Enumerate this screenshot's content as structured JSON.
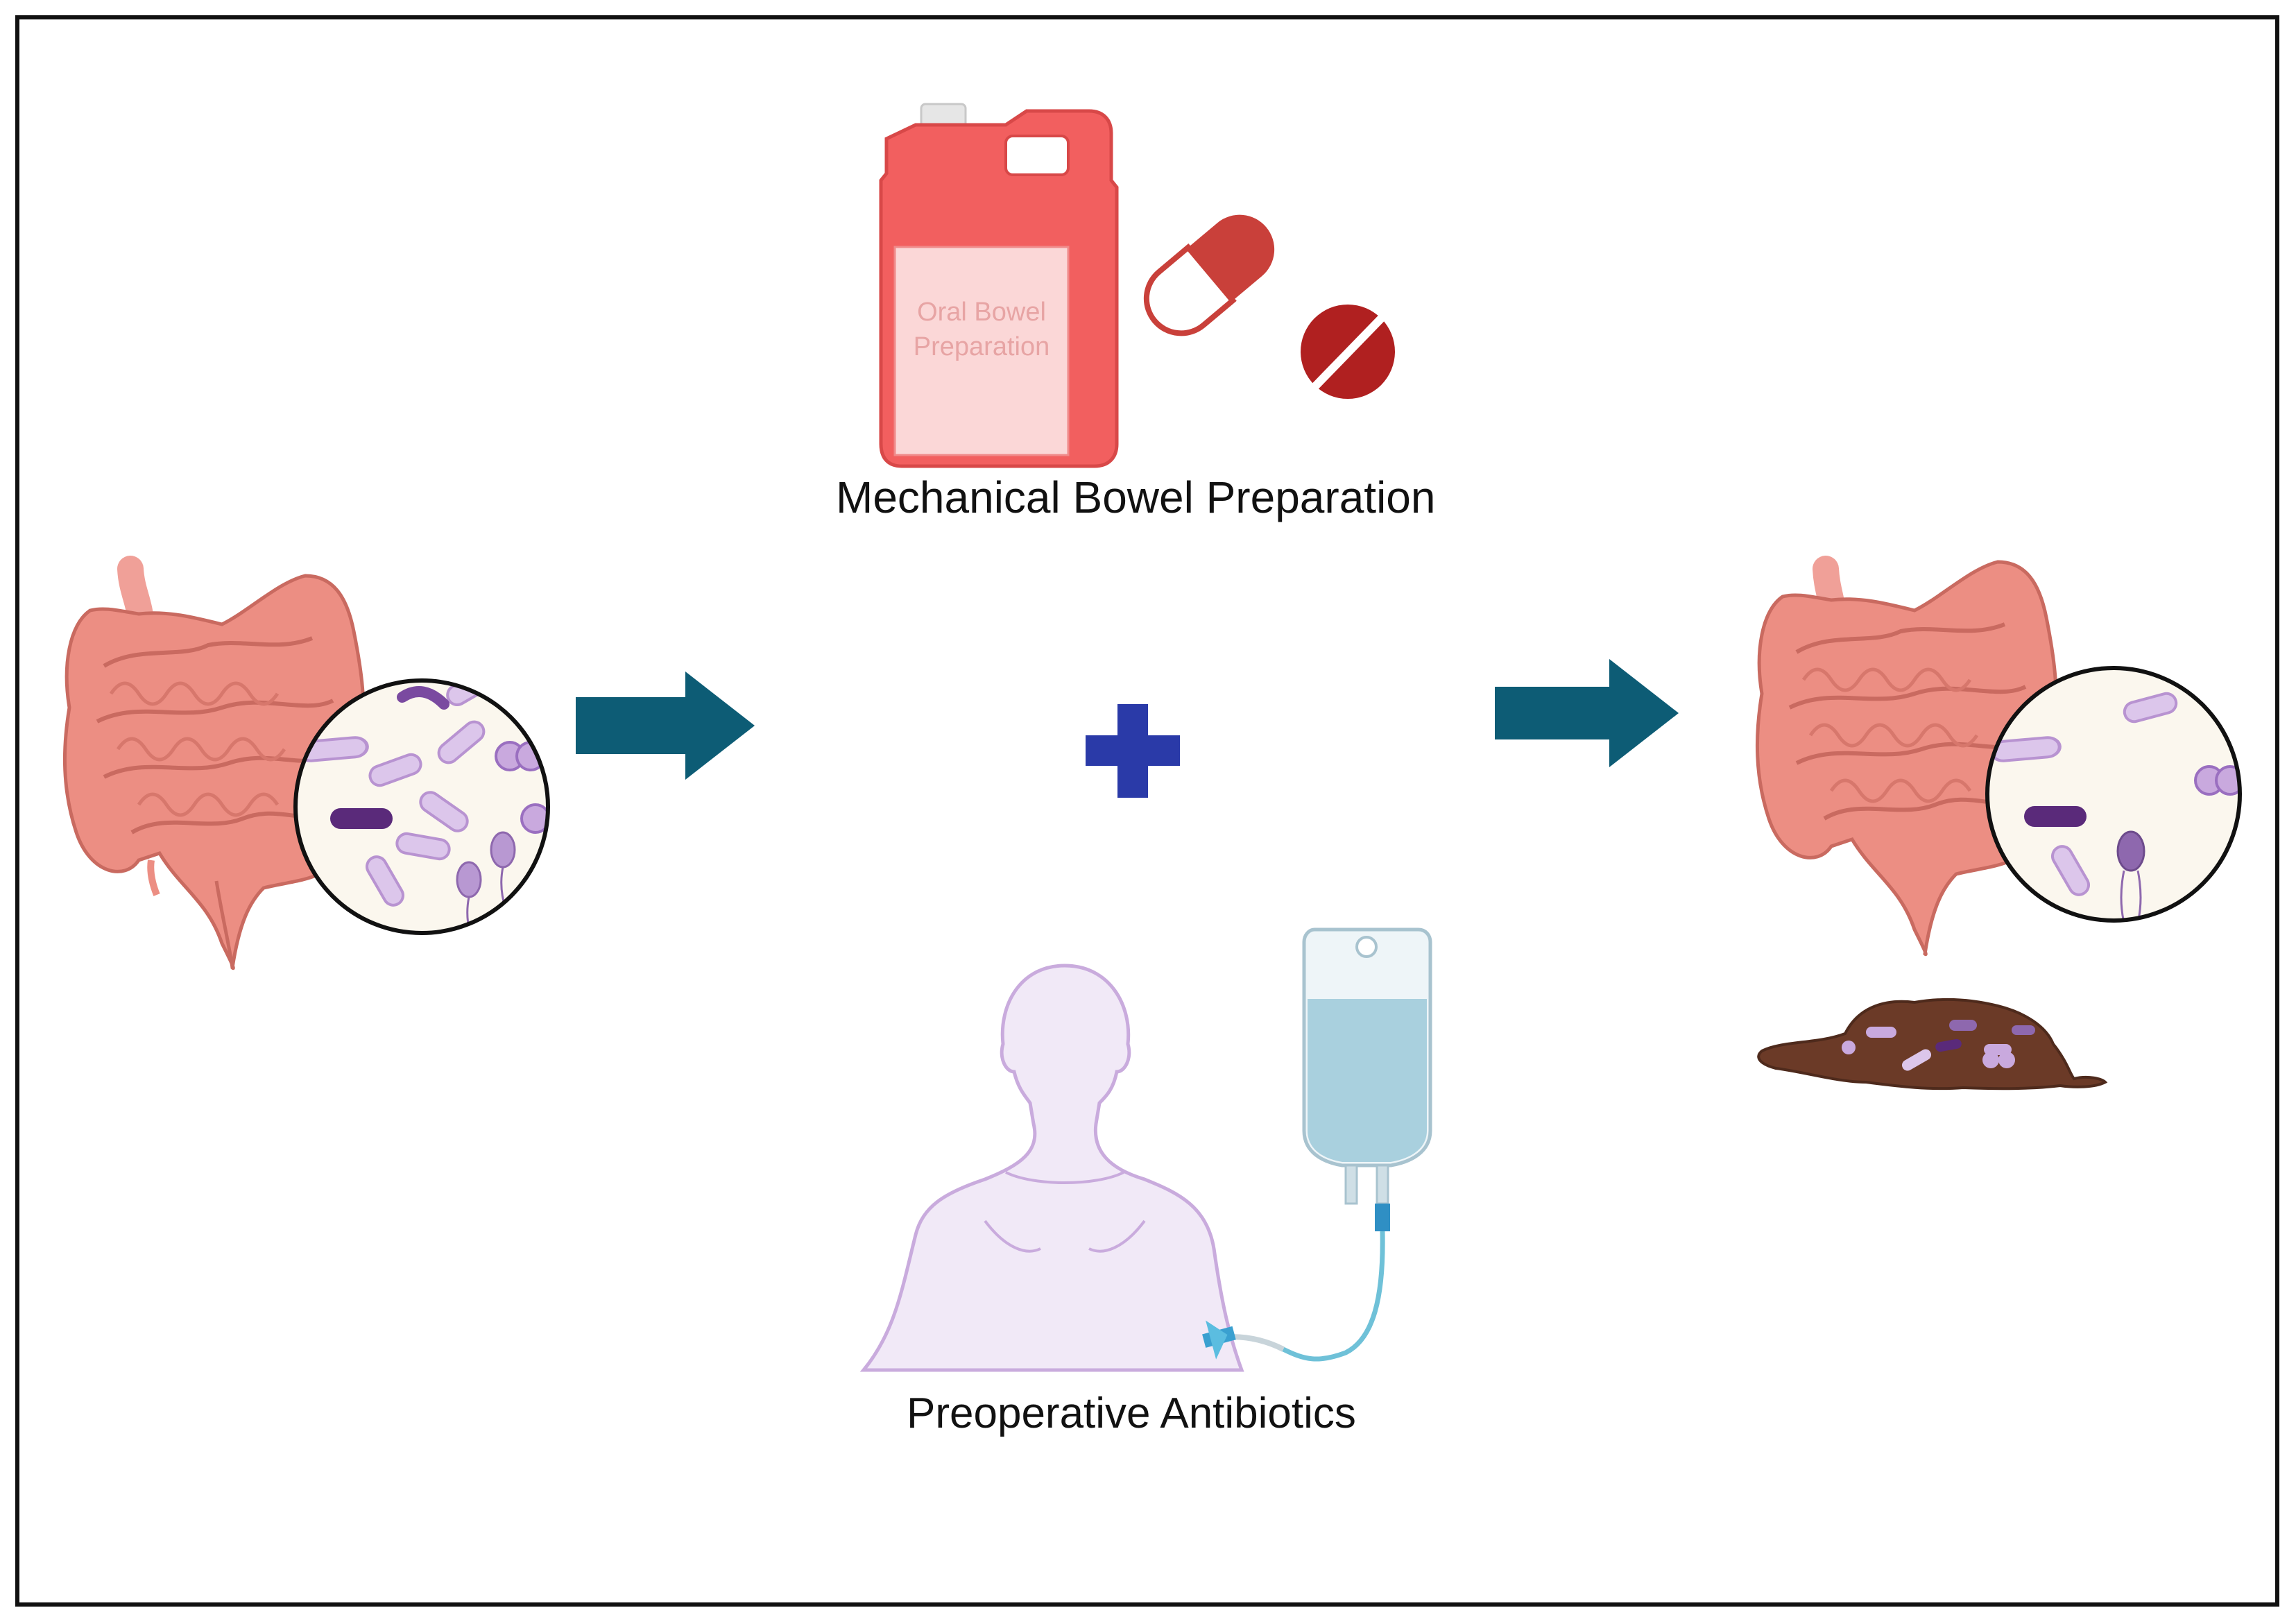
{
  "labels": {
    "jug_text": [
      "Oral Bowel",
      "Preparation"
    ],
    "mechanical_bowel_preparation": "Mechanical Bowel Preparation",
    "preoperative_antibiotics": "Preoperative Antibiotics"
  },
  "colors": {
    "arrow": "#0d5c75",
    "plus": "#2a3aa8",
    "jug": "#f25f5f",
    "pill": "#c9403a",
    "intestine": "#ec8e83",
    "bacteria": "#c9a9de",
    "stool": "#6b3a27"
  },
  "icons": [
    "intestine-icon",
    "microbiota-magnifier-icon",
    "arrow-right-icon",
    "plus-icon",
    "jug-icon",
    "capsule-icon",
    "tablet-icon",
    "patient-silhouette-icon",
    "iv-bag-icon",
    "stool-icon"
  ]
}
